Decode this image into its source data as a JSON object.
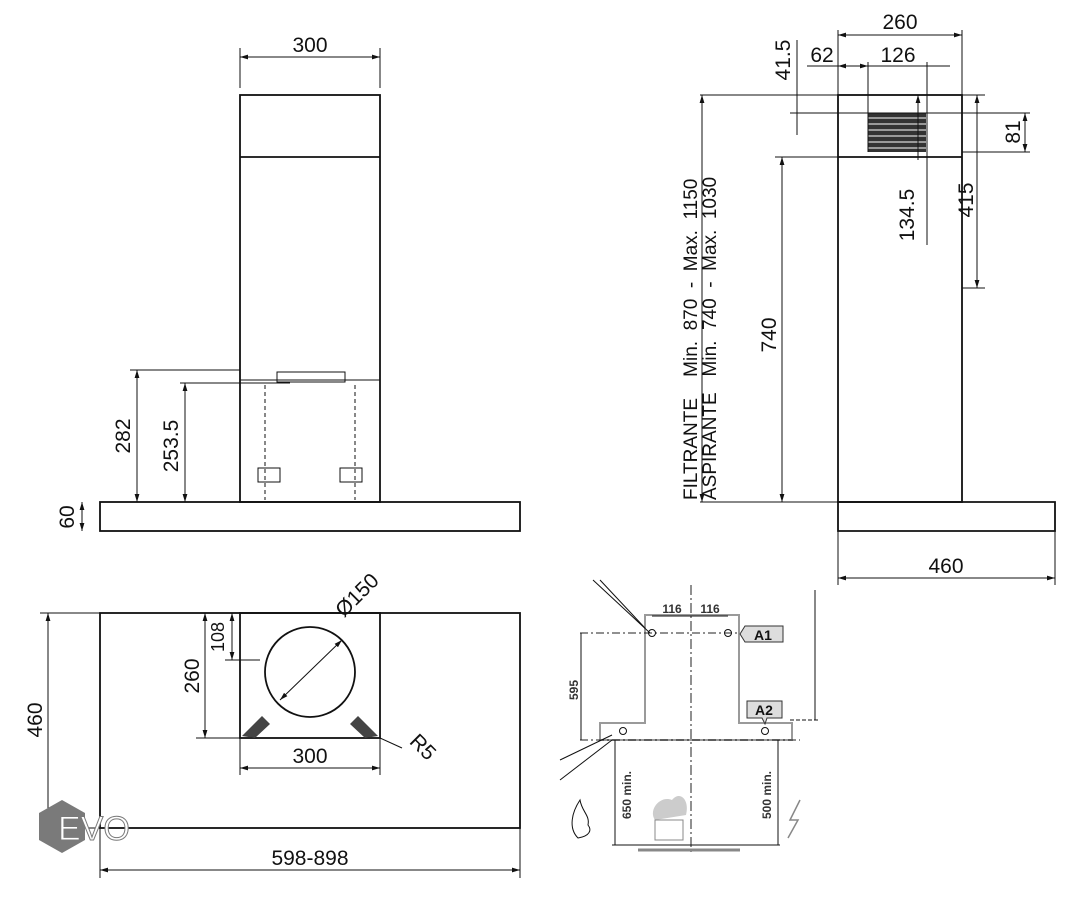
{
  "front_view": {
    "width_top": "300",
    "height_282": "282",
    "height_253": "253.5",
    "base_thickness": "60"
  },
  "side_view": {
    "width_260": "260",
    "offset_62": "62",
    "vent_126": "126",
    "top_41": "41.5",
    "vent_81": "81",
    "vent_134": "134.5",
    "upper_415": "415",
    "lower_740": "740",
    "base_460": "460",
    "filtrante_label": "FILTRANTE    Min.  870  -  Max.  1150",
    "aspirante_label": "ASPIRANTE   Min.  740  -  Max.  1030"
  },
  "bottom_view": {
    "depth_460": "460",
    "width_range": "598-898",
    "box_300": "300",
    "box_260": "260",
    "offset_108": "108",
    "duct_diameter": "Ø150",
    "radius": "R5"
  },
  "installation": {
    "spacing_left": "116",
    "spacing_right": "116",
    "height_595": "595",
    "anchor_a1": "A1",
    "anchor_a2": "A2",
    "gas_clearance": "650 min.",
    "electric_clearance": "500 min."
  },
  "logo": {
    "text": "EVO"
  },
  "colors": {
    "line": "#111111",
    "gray": "#9a9a9a",
    "logo": "#7a7a7a"
  }
}
